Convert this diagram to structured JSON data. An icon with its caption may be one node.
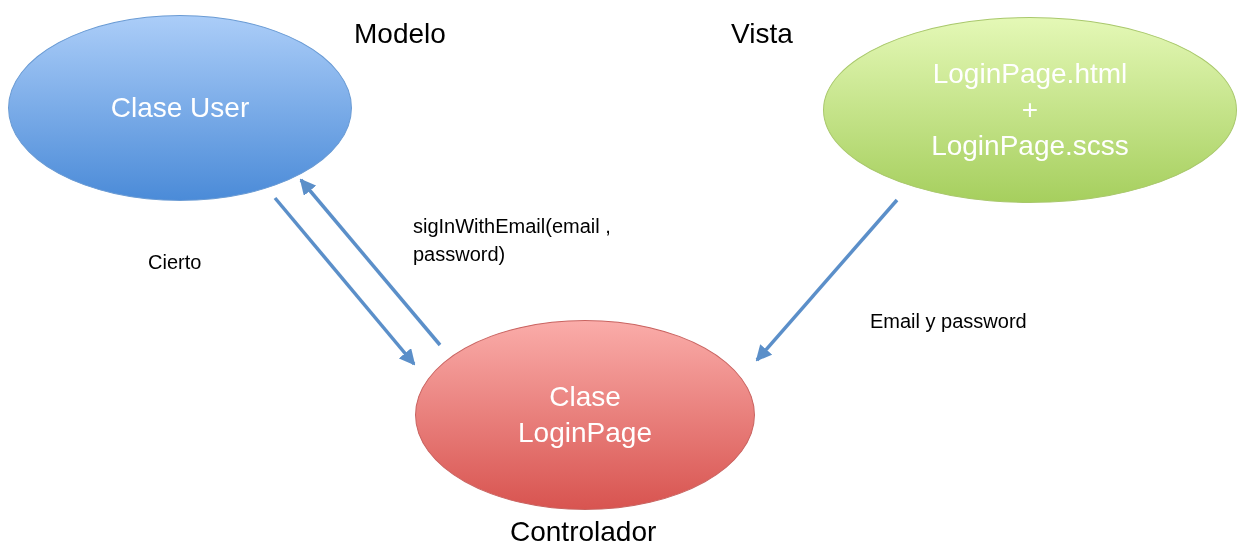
{
  "diagram": {
    "nodes": [
      {
        "text": [
          "Clase User"
        ],
        "beside": [
          "Modelo"
        ]
      },
      {
        "text": [
          "LoginPage.html + LoginPage.scss"
        ],
        "beside": [
          "Vista"
        ]
      },
      {
        "text": [
          "Clase LoginPage"
        ],
        "beside": [
          "Controlador"
        ]
      }
    ],
    "edges": [
      {
        "from": 0,
        "to": 2,
        "arrow": "to",
        "label": "Cierto"
      },
      {
        "from": 2,
        "to": 0,
        "arrow": "to",
        "label": "sigInWithEmail(email , password)"
      },
      {
        "from": 1,
        "to": 2,
        "arrow": "to",
        "label": "Email y password"
      }
    ]
  }
}
